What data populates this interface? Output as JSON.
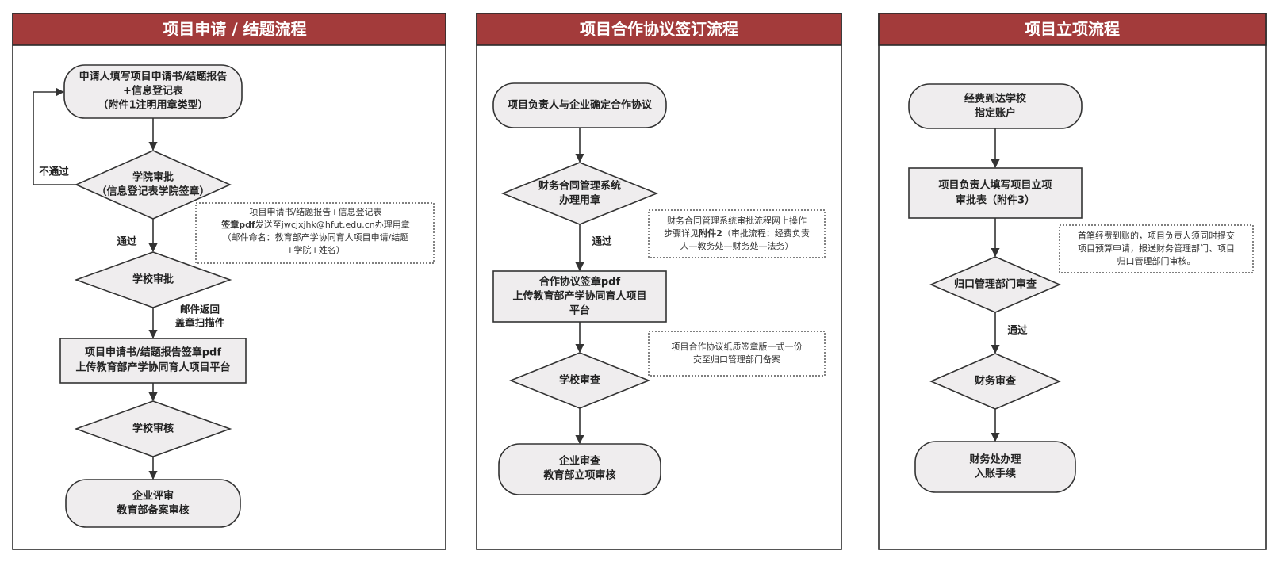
{
  "panels": [
    {
      "title": "项目申请 / 结题流程",
      "nodes": [
        [
          "申请人填写项目申请书/结题报告",
          "+信息登记表",
          "（附件1注明用章类型）"
        ],
        [
          "学院审批",
          "（信息登记表学院签章）"
        ],
        [
          "学校审批"
        ],
        [
          "项目申请书/结题报告签章pdf",
          "上传教育部产学协同育人项目平台"
        ],
        [
          "学校审核"
        ],
        [
          "企业评审",
          "教育部备案审核"
        ]
      ],
      "edge_labels": {
        "reject": "不通过",
        "pass": "通过",
        "mail": [
          "邮件返回",
          "盖章扫描件"
        ]
      },
      "note": {
        "line1": "项目申请书/结题报告+信息登记表",
        "line2_bold": "签章pdf",
        "line2_rest": "发送至jwcjxjhk@hfut.edu.cn办理用章",
        "line3": "（邮件命名：教育部产学协同育人项目申请/结题",
        "line4": "+学院+姓名）"
      }
    },
    {
      "title": "项目合作协议签订流程",
      "nodes": [
        [
          "项目负责人与企业确定合作协议"
        ],
        [
          "财务合同管理系统",
          "办理用章"
        ],
        [
          "合作协议签章pdf",
          "上传教育部产学协同育人项目",
          "平台"
        ],
        [
          "学校审查"
        ],
        [
          "企业审查",
          "教育部立项审核"
        ]
      ],
      "edge_labels": {
        "pass": "通过"
      },
      "note1": {
        "line1": "财务合同管理系统审批流程网上操作",
        "line2_pre": "步骤详见",
        "line2_bold": "附件2",
        "line2_rest": "（审批流程：经费负责",
        "line3": "人—教务处—财务处—法务）"
      },
      "note2": [
        "项目合作协议纸质签章版一式一份",
        "交至归口管理部门备案"
      ]
    },
    {
      "title": "项目立项流程",
      "nodes": [
        [
          "经费到达学校",
          "指定账户"
        ],
        [
          "项目负责人填写项目立项",
          "审批表（附件3）"
        ],
        [
          "归口管理部门审查"
        ],
        [
          "财务审查"
        ],
        [
          "财务处办理",
          "入账手续"
        ]
      ],
      "edge_labels": {
        "pass": "通过"
      },
      "note": [
        "首笔经费到账的，项目负责人须同时提交",
        "项目预算申请，报送财务管理部门、项目",
        "归口管理部门审核。"
      ]
    }
  ],
  "colors": {
    "header": "#a33b3b",
    "node_fill": "#efedee",
    "stroke": "#333333"
  }
}
